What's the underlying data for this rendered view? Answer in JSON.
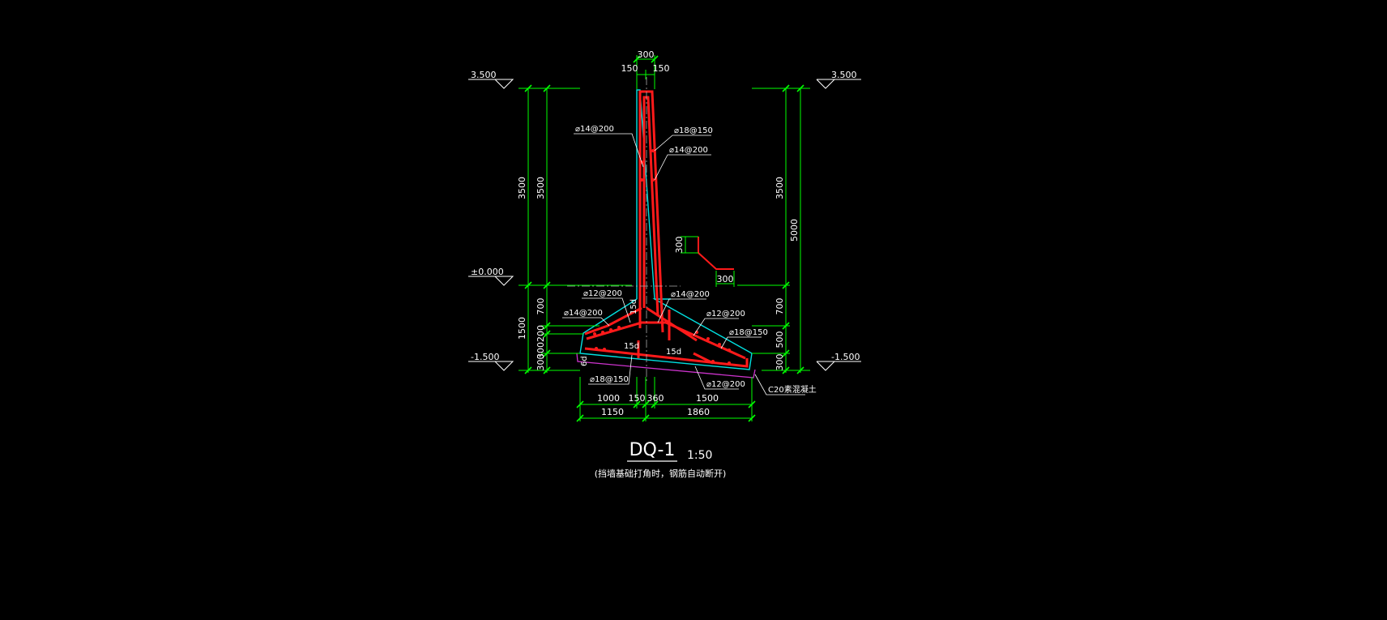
{
  "drawing": {
    "title": "DQ-1",
    "scale": "1:50",
    "subtitle": "(挡墙基础打角时，钢筋自动断开)",
    "colors": {
      "background": "#000000",
      "dimension": "#00ff00",
      "concrete": "#00e0e0",
      "rebar": "#ff1a1a",
      "text": "#ffffff",
      "bedding": "#cc33cc",
      "centerline": "#aaaaaa"
    },
    "elevations": {
      "top_left": "3.500",
      "top_right": "3.500",
      "zero": "±0.000",
      "bottom_left": "-1.500",
      "bottom_right": "-1.500"
    },
    "dims": {
      "top_width": "300",
      "top_half_left": "150",
      "top_half_right": "150",
      "left_outer_height": "3500",
      "left_inner_height": "3500",
      "left_700": "700",
      "left_1500": "1500",
      "left_300_200": "300200",
      "left_300": "300",
      "right_3500": "3500",
      "right_5000": "5000",
      "right_700": "700",
      "right_500": "500",
      "right_300": "300",
      "hook_300_v": "300",
      "hook_300_h": "300",
      "bottom_1000": "1000",
      "bottom_150": "150",
      "bottom_360": "360",
      "bottom_1500": "1500",
      "bottom_1150": "1150",
      "bottom_1860": "1860"
    },
    "rebar_labels": {
      "wall_left": "⌀14@200",
      "wall_right_top": "⌀18@150",
      "wall_right_2": "⌀14@200",
      "base_12_left": "⌀12@200",
      "base_14_left": "⌀14@200",
      "base_14_mid": "⌀14@200",
      "base_12_right": "⌀12@200",
      "base_18_right": "⌀18@150",
      "base_18_bottom": "⌀18@150",
      "base_12_bottom": "⌀12@200",
      "anchor_15d_a": "15d",
      "anchor_15d_b": "15d",
      "anchor_15d_c": "15d",
      "six_d": "6d",
      "concrete_note": "C20素混凝土"
    }
  }
}
